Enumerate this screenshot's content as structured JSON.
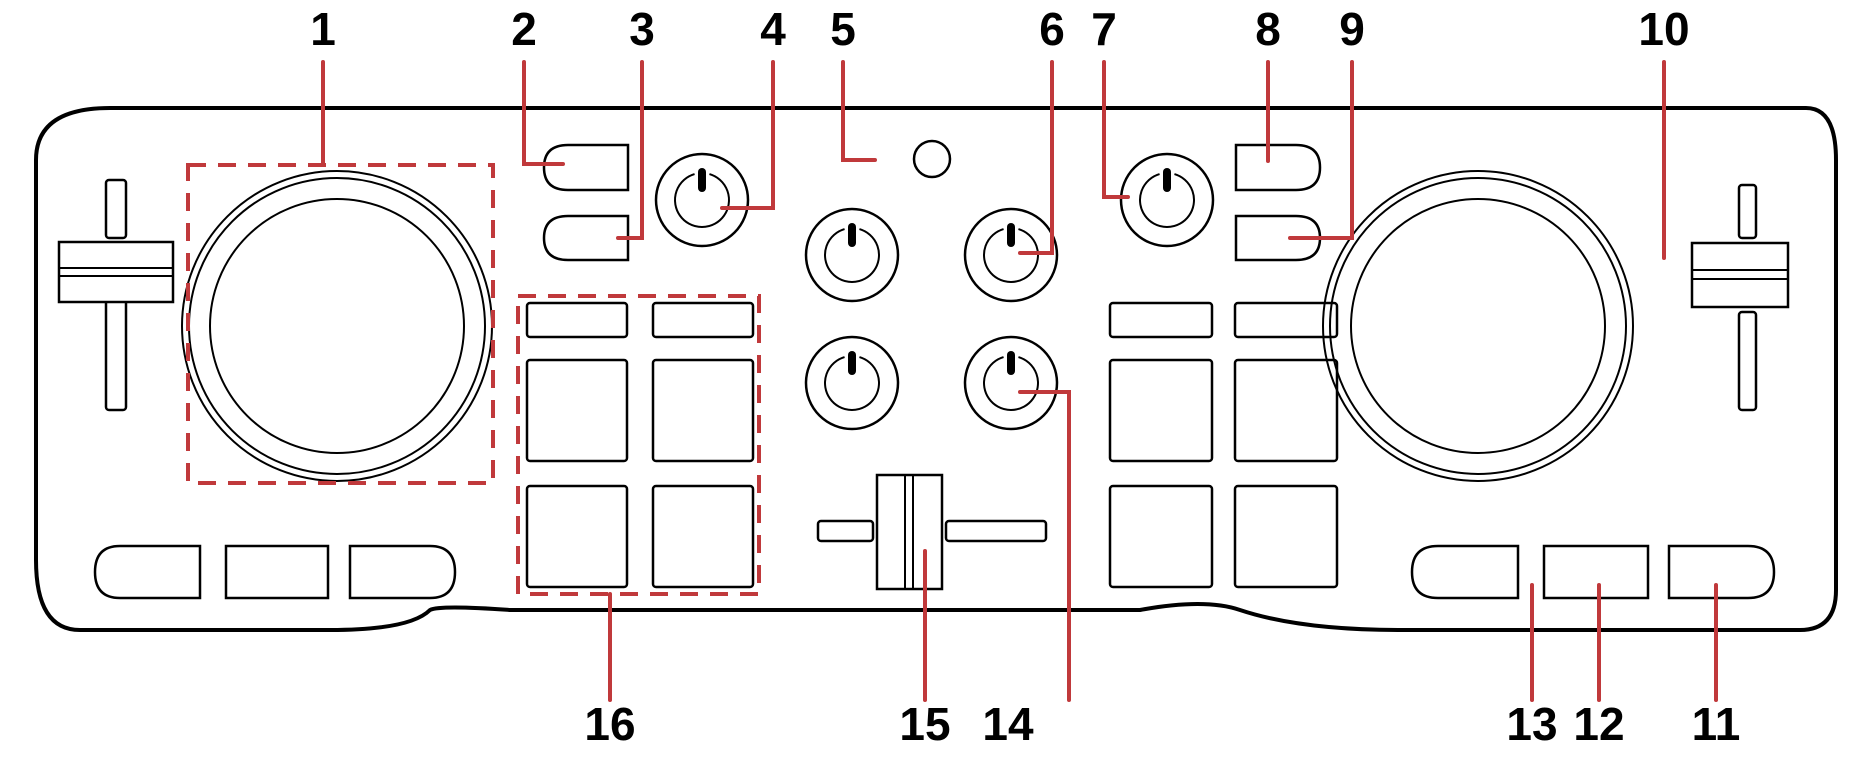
{
  "title": "DJ controller top panel overview",
  "colors": {
    "outline": "#000000",
    "callout_line": "#c0393b",
    "background": "#ffffff"
  },
  "callouts": [
    {
      "number": "1",
      "target": "left jog wheel"
    },
    {
      "number": "2",
      "target": "left upper deck button"
    },
    {
      "number": "3",
      "target": "left lower deck button"
    },
    {
      "number": "4",
      "target": "left gain knob"
    },
    {
      "number": "5",
      "target": "center indicator"
    },
    {
      "number": "6",
      "target": "right mixer knob (upper)"
    },
    {
      "number": "7",
      "target": "right gain knob"
    },
    {
      "number": "8",
      "target": "right upper deck button"
    },
    {
      "number": "9",
      "target": "right lower deck button"
    },
    {
      "number": "10",
      "target": "right pitch fader"
    },
    {
      "number": "11",
      "target": "right transport button (right)"
    },
    {
      "number": "12",
      "target": "right transport button (middle)"
    },
    {
      "number": "13",
      "target": "right transport button (left)"
    },
    {
      "number": "14",
      "target": "right mixer knob (lower)"
    },
    {
      "number": "15",
      "target": "crossfader"
    },
    {
      "number": "16",
      "target": "left performance pads"
    }
  ],
  "controls": {
    "knobs_pointer_position": 0.5,
    "crossfader_position": 0.5,
    "left_pitch_fader_position": 0.5,
    "right_pitch_fader_position": 0.5
  }
}
